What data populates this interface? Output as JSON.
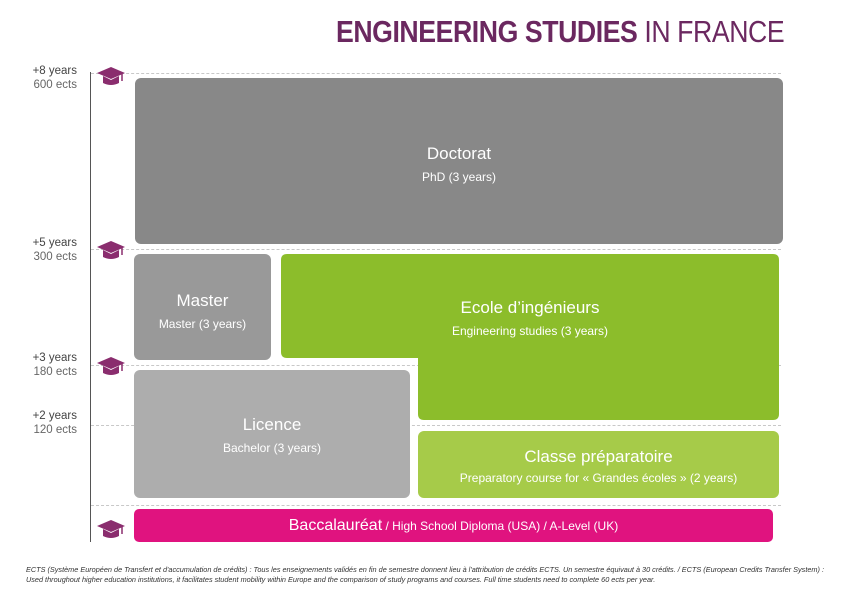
{
  "title": {
    "bold": "ENGINEERING STUDIES",
    "light": "IN FRANCE"
  },
  "levels": [
    {
      "years": "+8 years",
      "ects": "600 ects"
    },
    {
      "years": "+5 years",
      "ects": "300 ects"
    },
    {
      "years": "+3 years",
      "ects": "180 ects"
    },
    {
      "years": "+2 years",
      "ects": "120 ects"
    }
  ],
  "boxes": {
    "doctorat": {
      "title": "Doctorat",
      "subtitle": "PhD (3 years)"
    },
    "master": {
      "title": "Master",
      "subtitle": "Master (3 years)"
    },
    "ecole": {
      "title": "Ecole d’ingénieurs",
      "subtitle": "Engineering studies (3 years)"
    },
    "licence": {
      "title": "Licence",
      "subtitle": "Bachelor (3 years)"
    },
    "prepa": {
      "title": "Classe préparatoire",
      "subtitle": "Preparatory course for « Grandes écoles » (2 years)"
    },
    "bac": {
      "title": "Baccalauréat",
      "subtitle": " / High School Diploma (USA) / A-Level (UK)"
    }
  },
  "colors": {
    "dark_gray": "#888888",
    "mid_gray": "#999999",
    "light_gray": "#adadad",
    "green": "#8cbd2b",
    "light_green": "#a6cb49",
    "magenta": "#e0137f",
    "title": "#6b2860",
    "cap": "#8a2d6e"
  },
  "icons": [
    "graduation-cap-icon"
  ],
  "footer": "ECTS (Système Européen de Transfert et d'accumulation de crédits) : Tous les enseignements validés en fin de semestre donnent lieu à l'attribution de crédits ECTS. Un semestre équivaut à 30 crédits. / ECTS (European Credits Transfer System) : Used throughout higher education institutions, it facilitates student mobility within Europe and the comparison of study programs and courses. Full time students need to complete 60 ects per year."
}
